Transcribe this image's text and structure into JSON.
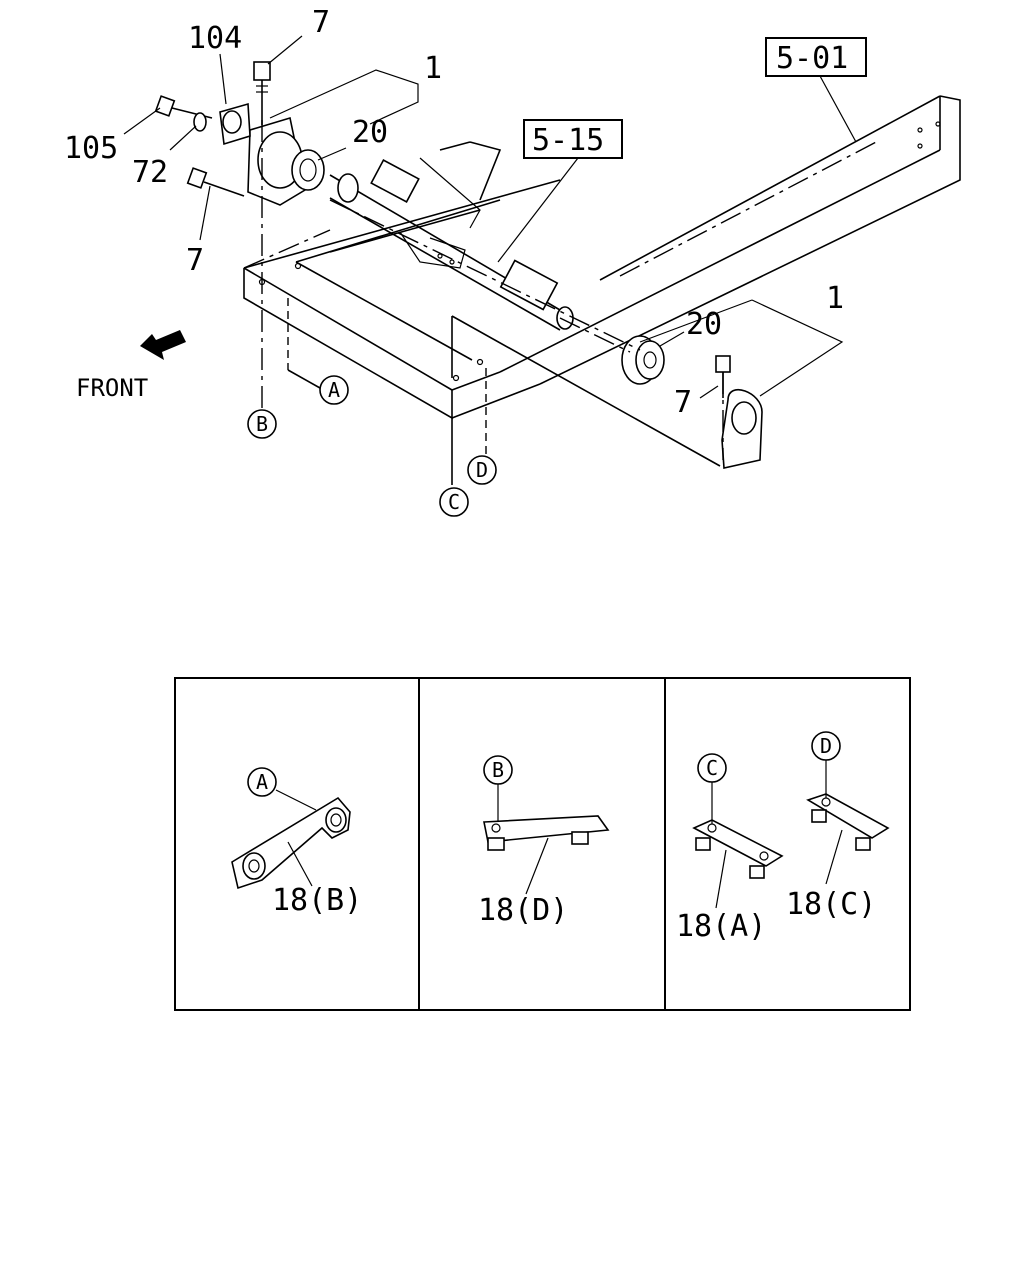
{
  "diagram": {
    "callouts": {
      "bolt_top": "7",
      "bracket_104": "104",
      "bolt_105": "105",
      "washer_72": "72",
      "bolt_lower_left": "7",
      "ref_1_upper": "1",
      "bush_20_left": "20",
      "ref_5_15": "5-15",
      "ref_5_01": "5-01",
      "ref_1_right": "1",
      "bush_20_right": "20",
      "bolt_right": "7"
    },
    "front_label": "FRONT",
    "markers": {
      "a": "A",
      "b": "B",
      "c": "C",
      "d": "D"
    },
    "detail_panels": [
      {
        "marker": "A",
        "label": "18(B)"
      },
      {
        "marker": "B",
        "label": "18(D)"
      },
      {
        "marker_1": "C",
        "label_1": "18(A)",
        "marker_2": "D",
        "label_2": "18(C)"
      }
    ]
  }
}
